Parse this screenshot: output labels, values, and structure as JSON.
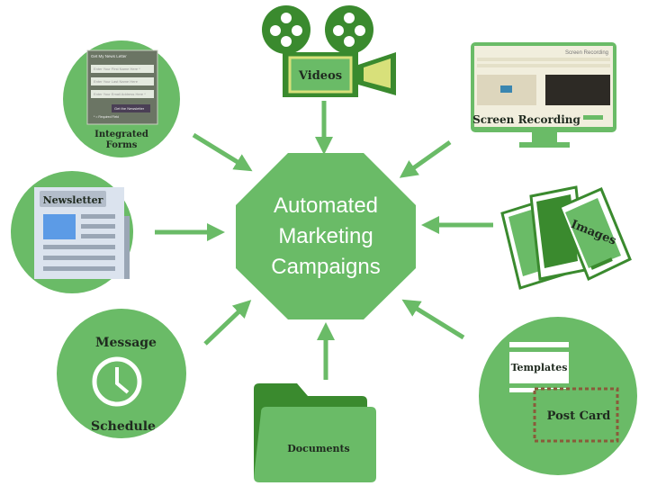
{
  "center": {
    "line1": "Automated",
    "line2": "Marketing",
    "line3": "Campaigns"
  },
  "nodes": {
    "forms": {
      "label1": "Integrated",
      "label2": "Forms",
      "form_title": "Get My News Letter",
      "field1": "Enter Your First Name Here *",
      "field2": "Enter Your Last Name Here",
      "field3": "Enter Your Email Address Here *",
      "button": "Get the Newsletter",
      "required": "* = Required Field"
    },
    "videos": {
      "label": "Videos"
    },
    "screen": {
      "label": "Screen Recording",
      "title": "Screen Recording"
    },
    "newsletter": {
      "label": "Newsletter"
    },
    "images": {
      "label": "Images"
    },
    "schedule": {
      "label1": "Message",
      "label2": "Schedule"
    },
    "documents": {
      "label": "Documents"
    },
    "templates": {
      "label1": "Templates",
      "label2": "Post Card"
    }
  },
  "colors": {
    "green": "#6abb67",
    "dark_green": "#3a8a2e",
    "text": "#1f2a1f"
  }
}
